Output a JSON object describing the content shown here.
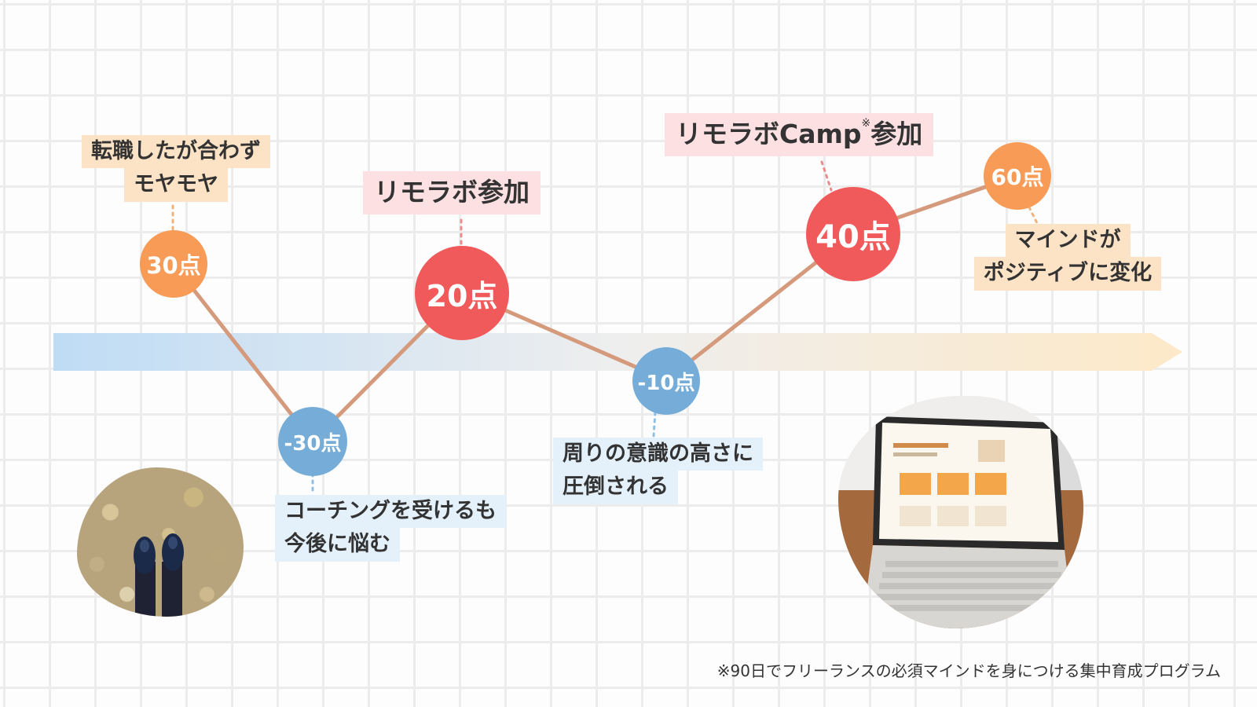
{
  "scores": [
    {
      "id": "s1",
      "label": "30点"
    },
    {
      "id": "s2",
      "label": "-30点"
    },
    {
      "id": "s3",
      "label": "20点"
    },
    {
      "id": "s4",
      "label": "-10点"
    },
    {
      "id": "s5",
      "label": "40点"
    },
    {
      "id": "s6",
      "label": "60点"
    }
  ],
  "labels": {
    "job_change": [
      "転職したが合わず",
      "モヤモヤ"
    ],
    "remolabo_join": [
      "リモラボ参加"
    ],
    "coaching": [
      "コーチングを受けるも",
      "今後に悩む"
    ],
    "awareness": [
      "周りの意識の高さに",
      "圧倒される"
    ],
    "camp_join": {
      "text": "リモラボCamp",
      "note_mark": "※",
      "suffix": "参加"
    },
    "mind_change": [
      "マインドが",
      "ポジティブに変化"
    ]
  },
  "footnote": "※90日でフリーランスの必須マインドを身につける集中育成プログラム",
  "colors": {
    "positive_orange": "#f79b56",
    "positive_red": "#f05a5a",
    "negative_blue": "#76add8",
    "line": "#d49a7b"
  }
}
